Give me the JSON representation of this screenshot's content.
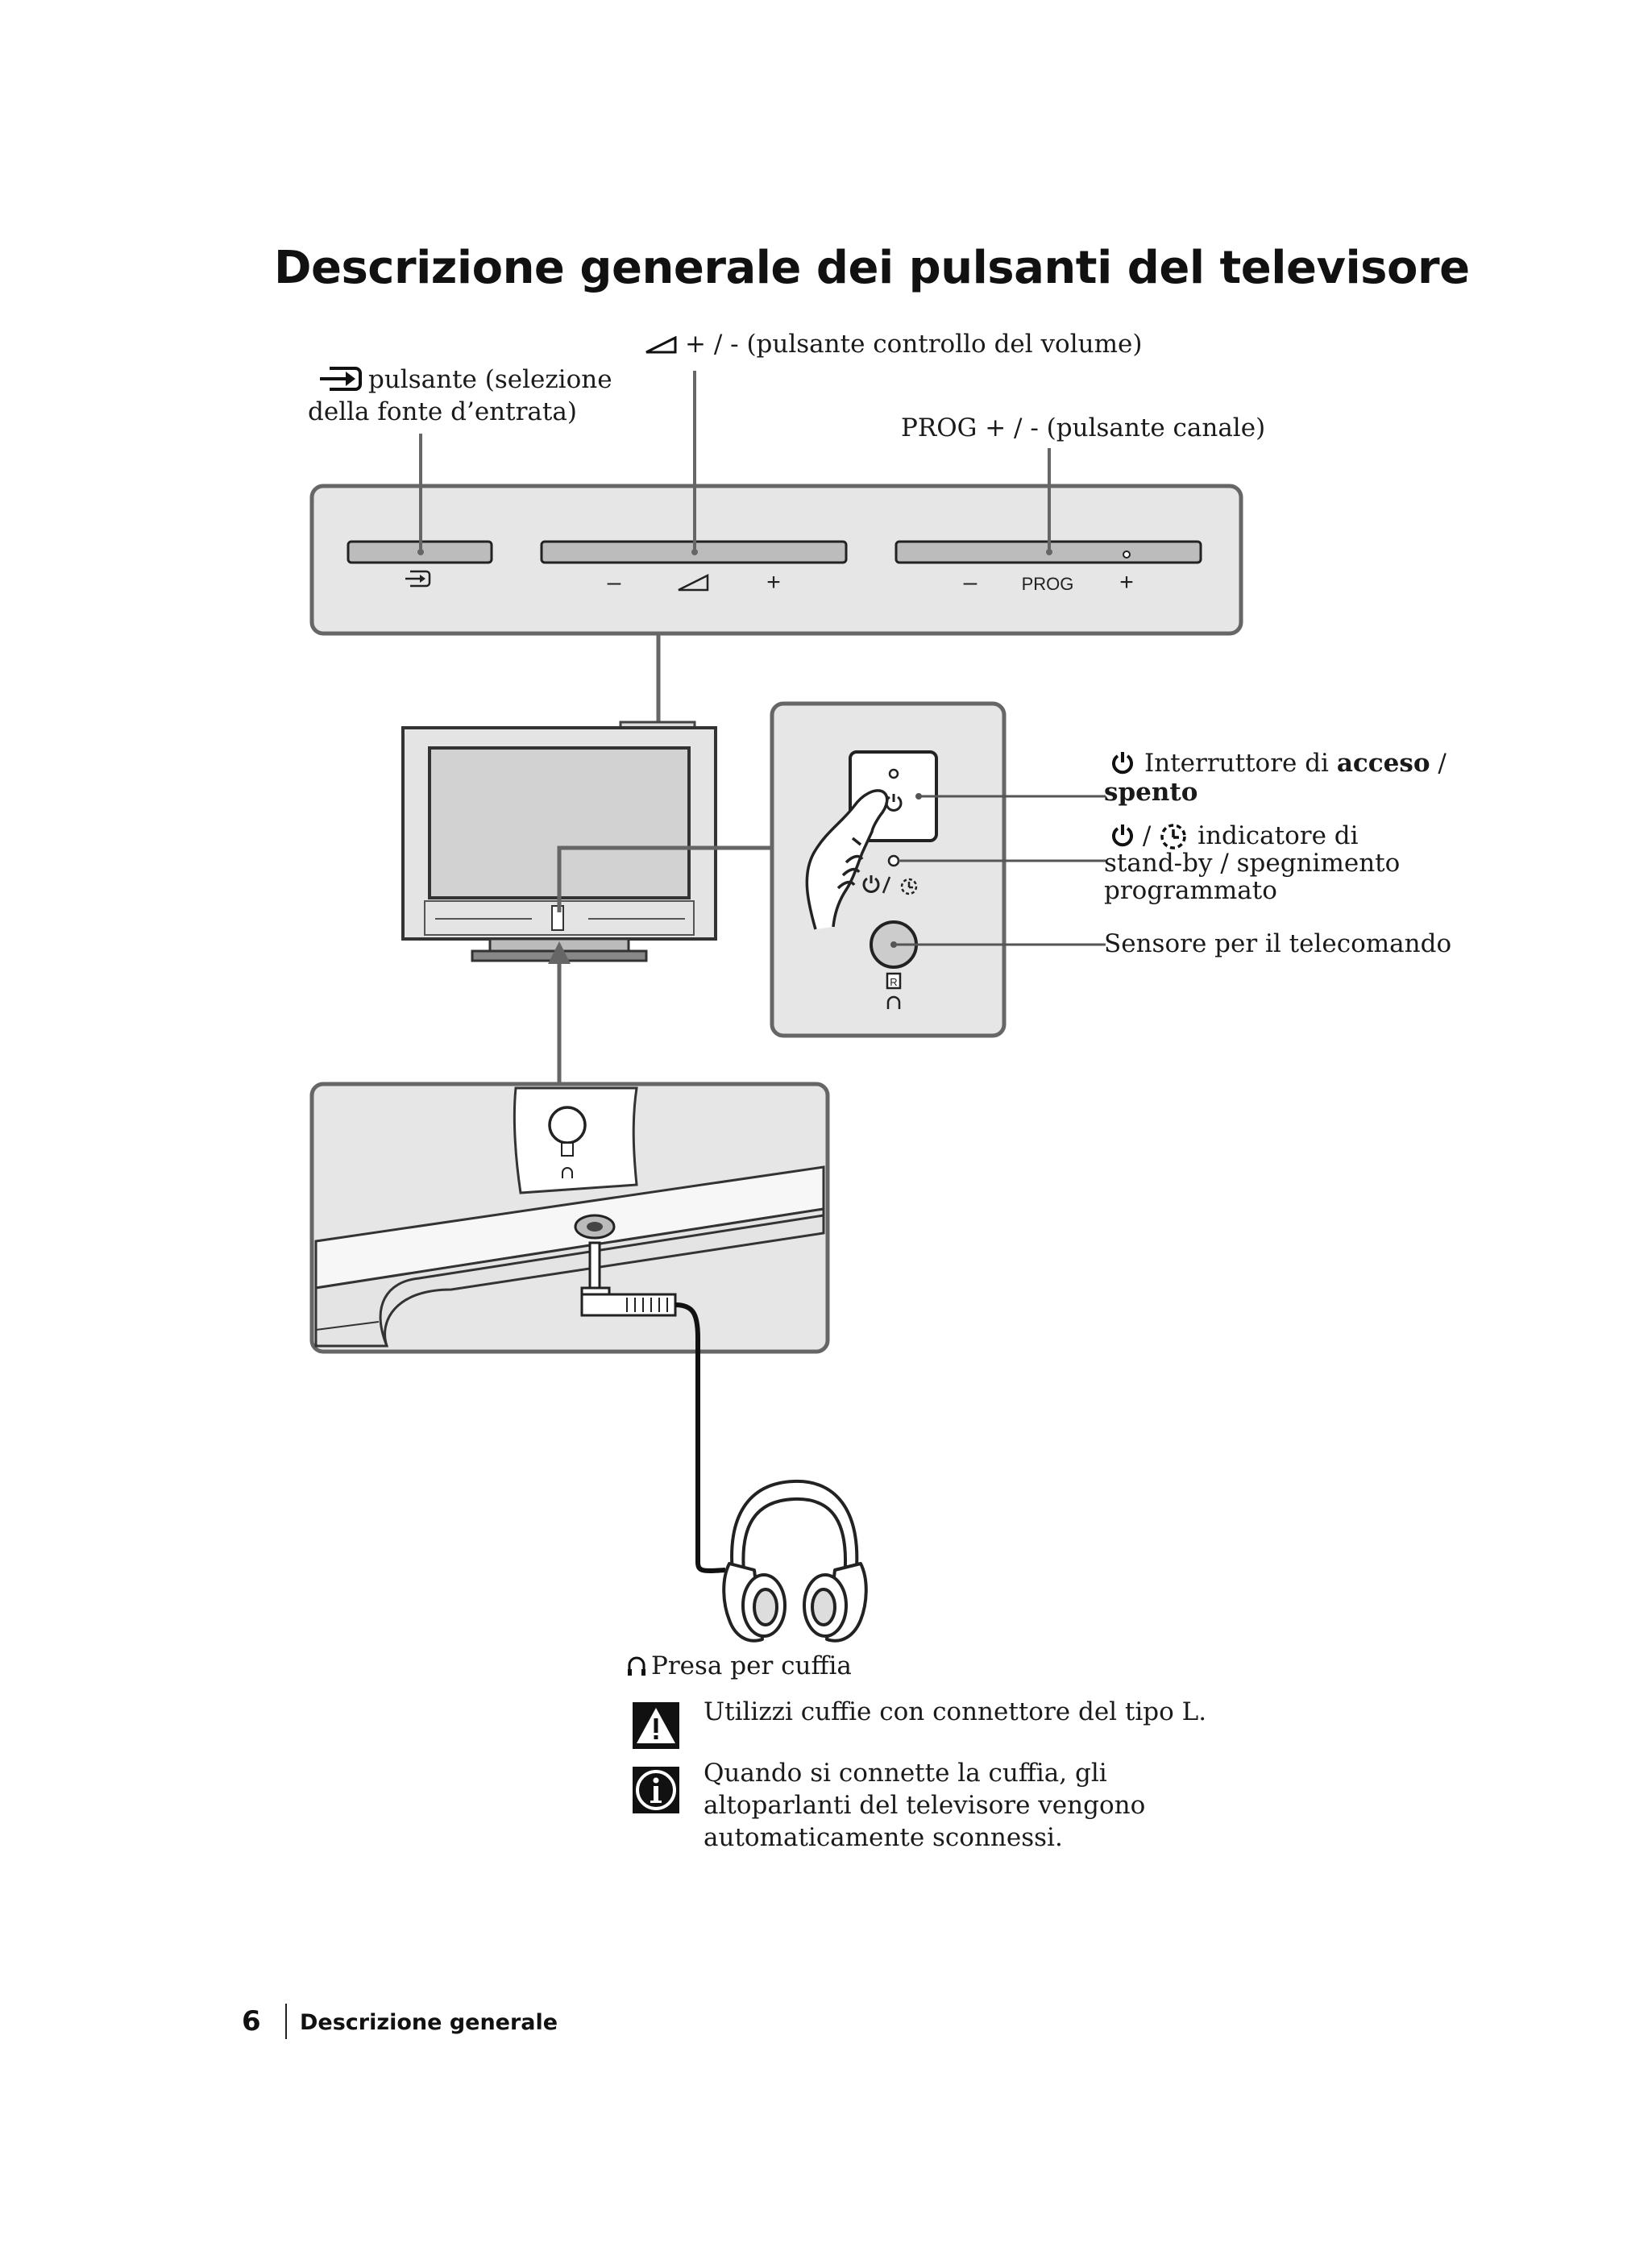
{
  "title": "Descrizione generale dei pulsanti del televisore",
  "labels": {
    "input_line1": "pulsante (selezione",
    "input_line2": "della fonte d’entrata)",
    "volume": "+ / - (pulsante controllo del volume)",
    "prog": "PROG + / - (pulsante canale)",
    "power_line1_pre": "Interruttore di ",
    "power_line1_bold": "acceso",
    "power_line1_post": " /",
    "power_line2_bold": "spento",
    "standby_line1": "indicatore di",
    "standby_line2": "stand-by  / spegnimento",
    "standby_line3": "programmato",
    "sensor": "Sensore per il telecomando",
    "headphone_jack": "Presa per cuffia"
  },
  "panel_marks": {
    "minus": "–",
    "plus": "+",
    "prog": "PROG"
  },
  "notes": [
    {
      "icon": "warning-icon",
      "text": "Utilizzi cuffie con connettore del tipo L."
    },
    {
      "icon": "info-icon",
      "text": "Quando si connette la cuffia, gli altoparlanti del televisore vengono automaticamente sconnessi."
    }
  ],
  "footer": {
    "page_number": "6",
    "section": "Descrizione generale"
  }
}
